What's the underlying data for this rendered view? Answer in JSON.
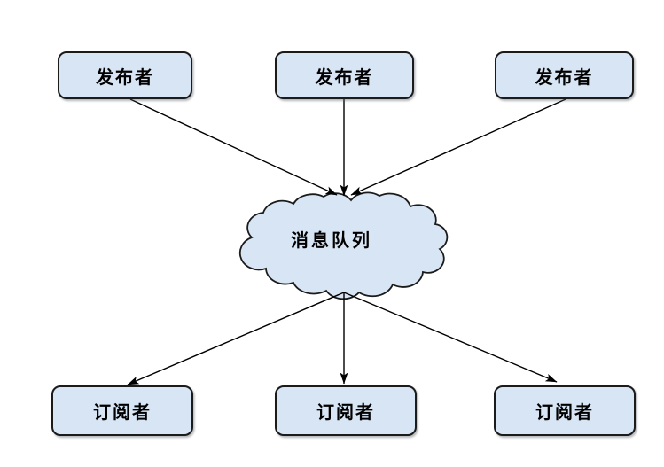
{
  "diagram": {
    "publishers": [
      {
        "id": "publisher-1",
        "label": "发布者"
      },
      {
        "id": "publisher-2",
        "label": "发布者"
      },
      {
        "id": "publisher-3",
        "label": "发布者"
      }
    ],
    "message_queue": {
      "id": "message-queue",
      "label": "消息队列"
    },
    "subscribers": [
      {
        "id": "subscriber-1",
        "label": "订阅者"
      },
      {
        "id": "subscriber-2",
        "label": "订阅者"
      },
      {
        "id": "subscriber-3",
        "label": "订阅者"
      }
    ],
    "edges": [
      {
        "from": "publisher-1",
        "to": "message-queue"
      },
      {
        "from": "publisher-2",
        "to": "message-queue"
      },
      {
        "from": "publisher-3",
        "to": "message-queue"
      },
      {
        "from": "message-queue",
        "to": "subscriber-1"
      },
      {
        "from": "message-queue",
        "to": "subscriber-2"
      },
      {
        "from": "message-queue",
        "to": "subscriber-3"
      }
    ],
    "colors": {
      "node_fill": "#d7e5f4",
      "node_border": "#1b1b1b",
      "connector": "#000000",
      "text": "#000000",
      "background": "#ffffff"
    }
  }
}
